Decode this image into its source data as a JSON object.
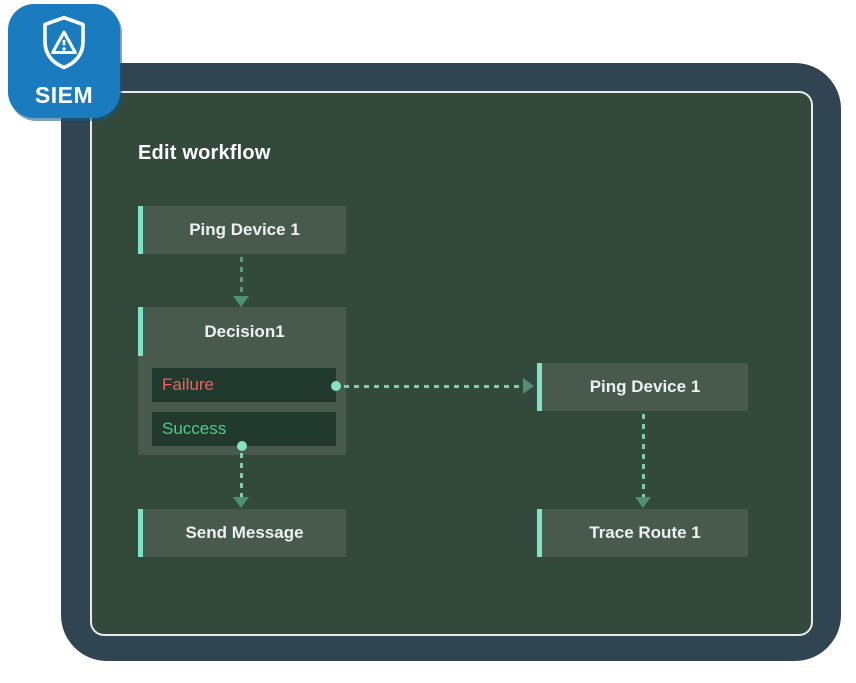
{
  "badge": {
    "label": "SIEM",
    "icon": "shield-alert-icon",
    "bg_color": "#1a7cbe"
  },
  "window": {
    "title": "Edit workflow"
  },
  "workflow": {
    "nodes": [
      {
        "id": "ping-device-1-left",
        "label": "Ping Device 1"
      },
      {
        "id": "decision-1",
        "label": "Decision1",
        "branches": [
          {
            "label": "Failure",
            "color": "#f2605c"
          },
          {
            "label": "Success",
            "color": "#4ecb8d"
          }
        ]
      },
      {
        "id": "send-message",
        "label": "Send Message"
      },
      {
        "id": "ping-device-1-right",
        "label": "Ping Device 1"
      },
      {
        "id": "trace-route-1",
        "label": "Trace Route 1"
      }
    ],
    "edges": [
      {
        "from": "ping-device-1-left",
        "to": "decision-1",
        "style": "dashed"
      },
      {
        "from": "decision-1.Failure",
        "to": "ping-device-1-right",
        "style": "dashed"
      },
      {
        "from": "decision-1.Success",
        "to": "send-message",
        "style": "dashed"
      },
      {
        "from": "ping-device-1-right",
        "to": "trace-route-1",
        "style": "dashed"
      }
    ]
  },
  "colors": {
    "frame": "#314452",
    "panel_bg": "#32493b",
    "panel_border": "#e9eae7",
    "node_bg": "#475a4d",
    "node_accent": "#7de3c4",
    "branch_bg": "#223a2e",
    "connector": "#7fceae",
    "connector_muted": "#5a9a7e",
    "arrowhead": "#4f8f76"
  }
}
